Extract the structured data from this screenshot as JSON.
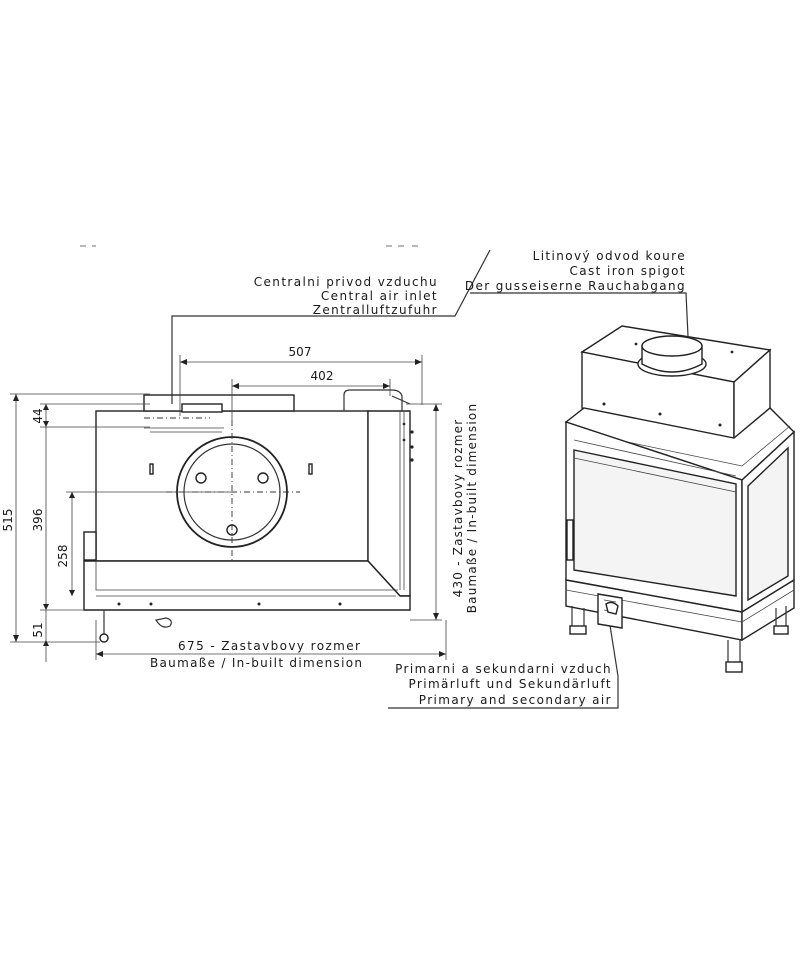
{
  "callouts": {
    "air_inlet": [
      "Centralni privod vzduchu",
      "Central air inlet",
      "Zentralluftzufuhr"
    ],
    "spigot": [
      "Litinový odvod koure",
      "Cast iron spigot",
      "Der gusseiserne Rauchabgang"
    ],
    "primary_air": [
      "Primarni a sekundarni vzduch",
      "Primärluft und Sekundärluft",
      "Primary and secondary air"
    ]
  },
  "dimensions": {
    "top_outer": "507",
    "top_inner": "402",
    "left_total": "515",
    "left_upper": "44",
    "left_mid": "396",
    "left_inner": "258",
    "left_lower": "51",
    "right_vertical": "430 - Zastavbovy rozmer",
    "right_vertical_2": "Baumaße / In-built dimension",
    "bottom_width": "675 - Zastavbovy rozmer",
    "bottom_width_2": "Baumaße / In-built dimension"
  },
  "colors": {
    "line": "#222222",
    "background": "#ffffff",
    "glass": "#f4f4f4"
  }
}
